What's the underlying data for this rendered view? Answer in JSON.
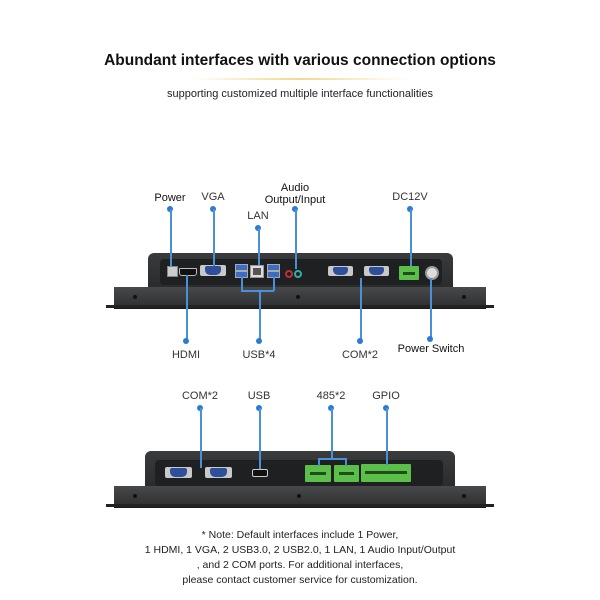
{
  "header": {
    "title": "Abundant interfaces with various connection options",
    "subtitle": "supporting customized multiple interface functionalities"
  },
  "panel_top": {
    "labels_above": {
      "power": "Power",
      "vga": "VGA",
      "lan": "LAN",
      "audio_line1": "Audio",
      "audio_line2": "Output/Input",
      "dc12v": "DC12V"
    },
    "labels_below": {
      "hdmi": "HDMI",
      "usb": "USB*4",
      "com": "COM*2",
      "power_switch": "Power Switch"
    }
  },
  "panel_bottom": {
    "labels_above": {
      "com": "COM*2",
      "usb": "USB",
      "rs485": "485*2",
      "gpio": "GPIO"
    }
  },
  "note": {
    "line1": "* Note: Default interfaces include 1 Power,",
    "line2": "1 HDMI, 1 VGA, 2 USB3.0, 2 USB2.0, 1 LAN, 1 Audio Input/Output",
    "line3": ", and 2 COM ports. For additional interfaces,",
    "line4": "please contact customer service for customization."
  },
  "colors": {
    "callout_line": "#4a90d9",
    "callout_dot": "#2a7ad6",
    "terminal_green": "#5cbf4a"
  }
}
